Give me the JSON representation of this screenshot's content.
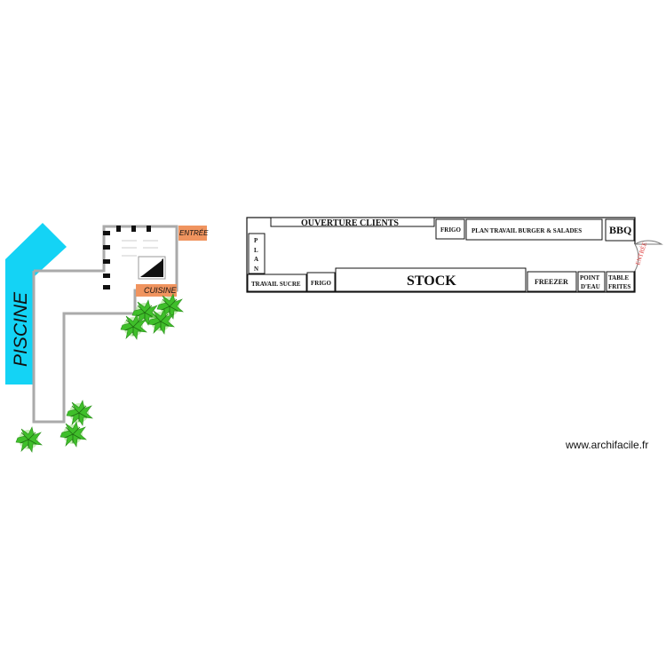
{
  "left_plan": {
    "pool_label": "PISCINE",
    "kitchen_entrance_label": "ENTRÉE",
    "kitchen_label": "CUISINE"
  },
  "truck_plan": {
    "ouverture_clients": "OUVERTURE CLIENTS",
    "frigo_top": "FRIGO",
    "plan_travail_burger": "PLAN TRAVAIL BURGER & SALADES",
    "bbq": "BBQ",
    "plan_vertical": [
      "P",
      "L",
      "A",
      "N"
    ],
    "travail_sucre": "TRAVAIL SUCRE",
    "frigo_bottom": "FRIGO",
    "stock": "STOCK",
    "freezer": "FREEZER",
    "point_deau": [
      "POINT",
      "D'EAU"
    ],
    "table_frites": [
      "TABLE",
      "FRITES"
    ],
    "entree_door": "ENTRÉE"
  },
  "watermark": "www.archifacile.fr",
  "colors": {
    "pool": "#14d3f5",
    "label_orange": "#f0945f",
    "door_red": "#d33",
    "wall_grey": "#aaaaaa",
    "tree_green": "#3fbf2a"
  }
}
